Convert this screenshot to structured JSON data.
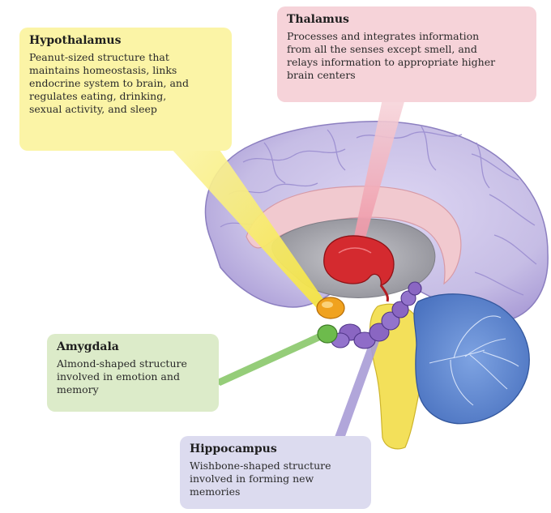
{
  "labels": {
    "hypothalamus": {
      "title": "Hypothalamus",
      "description": "Peanut-sized structure that\nmaintains homeostasis, links\nendocrine system to brain, and\nregulates eating, drinking,\nsexual activity, and sleep",
      "color": "#fbf4a6"
    },
    "thalamus": {
      "title": "Thalamus",
      "description": "Processes and integrates information\nfrom all the senses except smell, and\nrelays information to appropriate higher\nbrain centers",
      "color": "#f6d3d9"
    },
    "amygdala": {
      "title": "Amygdala",
      "description": "Almond-shaped structure\ninvolved in emotion and\nmemory",
      "color": "#dcebc9"
    },
    "hippocampus": {
      "title": "Hippocampus",
      "description": "Wishbone-shaped structure\ninvolved in forming new\nmemories",
      "color": "#dcdbef"
    }
  },
  "structure_colors": {
    "cerebrum": "#c8bfe6",
    "thalamus": "#d42a2f",
    "hypothalamus": "#f0a21f",
    "amygdala": "#6dbb4c",
    "hippocampus": "#8a66c2",
    "cerebellum": "#5d86cf",
    "brainstem": "#f3e05a"
  }
}
